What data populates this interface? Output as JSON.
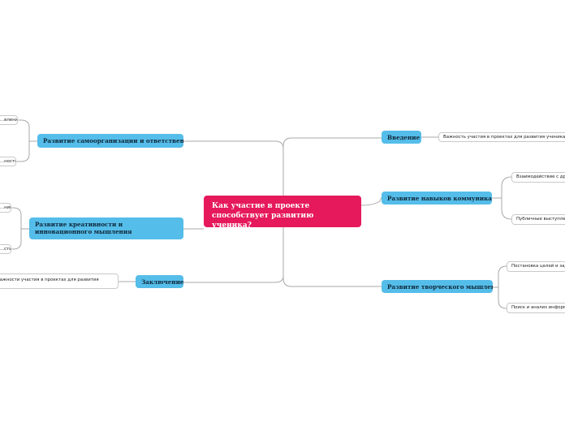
{
  "central": {
    "title": "Как участие в проекте способствует развитию ученика?"
  },
  "right_branches": [
    {
      "label": "Введение",
      "children": [
        "Важность участия в проектах для развития ученика"
      ]
    },
    {
      "label": "Развитие навыков коммуникации",
      "children": [
        "Взаимодействие с другими",
        "Публичные выступления"
      ]
    },
    {
      "label": "Развитие творческого мышления",
      "children": [
        "Постановка целей и задач",
        "Поиск и анализ информации"
      ]
    }
  ],
  "left_branches": [
    {
      "label": "Развитие самоорганизации и ответственности",
      "children": [
        "...вление временем",
        "...ностей"
      ]
    },
    {
      "label": "Развитие креативности и инновационного мышления",
      "children": [
        "...ний",
        "...сти"
      ]
    },
    {
      "label": "Заключение",
      "children": [
        "Важности участия в проектах для развития"
      ]
    }
  ],
  "colors": {
    "central": "#e5195c",
    "main": "#55bde9",
    "connector": "#a8a8a8",
    "sub_border": "#c9c9c9"
  }
}
